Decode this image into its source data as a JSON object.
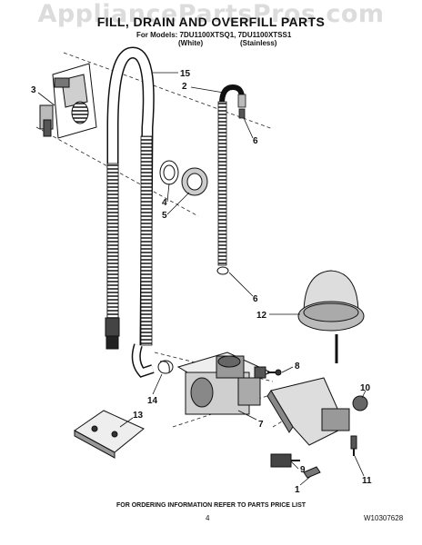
{
  "watermark": "AppliancePartsPros.com",
  "title": "FILL, DRAIN AND OVERFILL PARTS",
  "models_line": "For Models: 7DU1100XTSQ1, 7DU1100XTSS1",
  "variant_white": "(White)",
  "variant_stainless": "(Stainless)",
  "callouts": [
    "15",
    "2",
    "3",
    "6",
    "4",
    "5",
    "6",
    "12",
    "8",
    "14",
    "13",
    "7",
    "10",
    "9",
    "11",
    "1"
  ],
  "footer_note": "FOR ORDERING INFORMATION REFER TO PARTS PRICE LIST",
  "page_number": "4",
  "document_number": "W10307628"
}
